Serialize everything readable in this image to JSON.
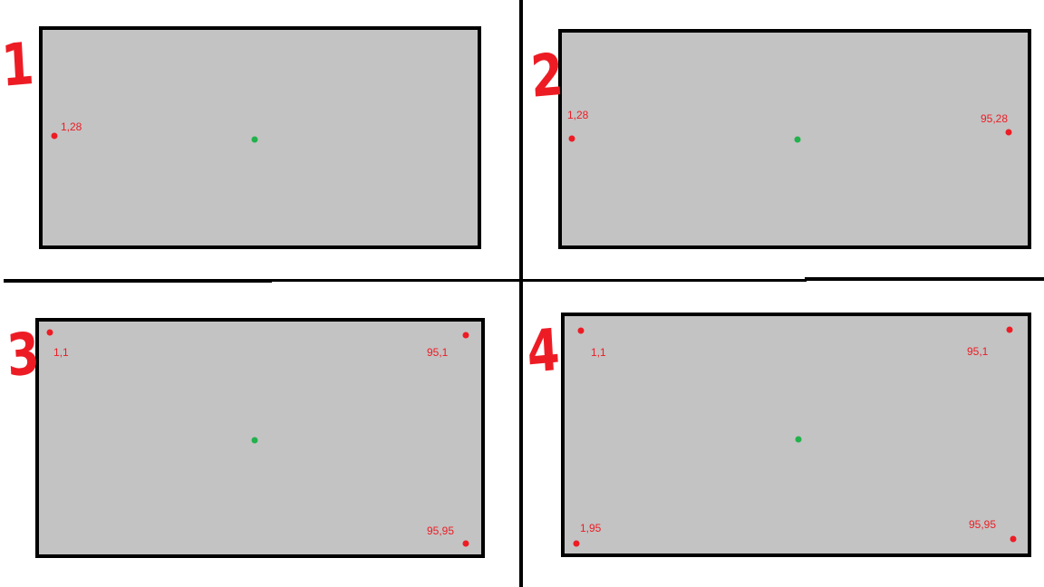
{
  "panels": [
    {
      "number": "1",
      "points": [
        {
          "label": "1,28",
          "color": "#ed1c24"
        },
        {
          "label": "",
          "color": "#22b14c"
        }
      ]
    },
    {
      "number": "2",
      "points": [
        {
          "label": "1,28",
          "color": "#ed1c24"
        },
        {
          "label": "95,28",
          "color": "#ed1c24"
        },
        {
          "label": "",
          "color": "#22b14c"
        }
      ]
    },
    {
      "number": "3",
      "points": [
        {
          "label": "1,1",
          "color": "#ed1c24"
        },
        {
          "label": "95,1",
          "color": "#ed1c24"
        },
        {
          "label": "95,95",
          "color": "#ed1c24"
        },
        {
          "label": "",
          "color": "#22b14c"
        }
      ]
    },
    {
      "number": "4",
      "points": [
        {
          "label": "1,1",
          "color": "#ed1c24"
        },
        {
          "label": "95,1",
          "color": "#ed1c24"
        },
        {
          "label": "1,95",
          "color": "#ed1c24"
        },
        {
          "label": "95,95",
          "color": "#ed1c24"
        },
        {
          "label": "",
          "color": "#22b14c"
        }
      ]
    }
  ],
  "colors": {
    "marker": "#ed1c24",
    "center_marker": "#22b14c",
    "panel_fill": "#c3c3c3",
    "border": "#000000"
  }
}
